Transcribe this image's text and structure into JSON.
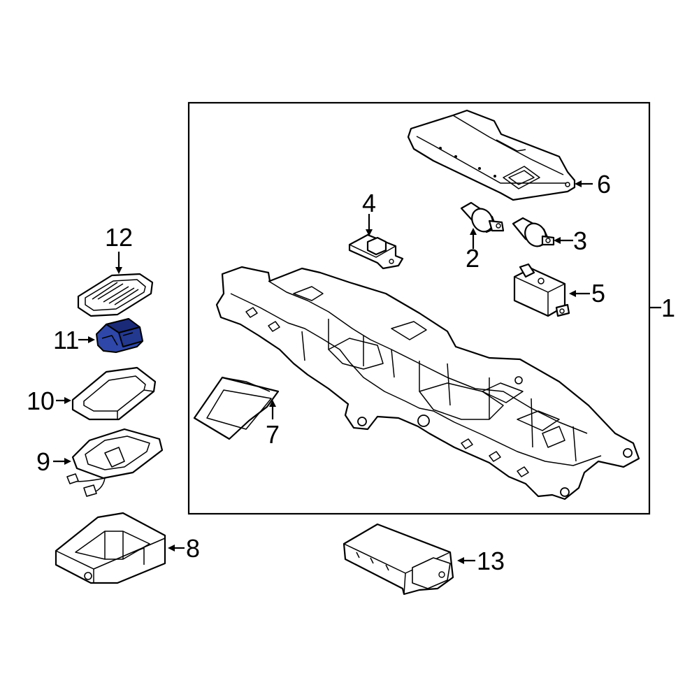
{
  "colors": {
    "highlight": "#2e47a8",
    "highlight_dark": "#1a2a78",
    "line": "#000000",
    "background": "#ffffff"
  },
  "callouts": {
    "c1": "1",
    "c2": "2",
    "c3": "3",
    "c4": "4",
    "c5": "5",
    "c6": "6",
    "c7": "7",
    "c8": "8",
    "c9": "9",
    "c10": "10",
    "c11": "11",
    "c12": "12",
    "c13": "13"
  },
  "highlighted_part": "11"
}
